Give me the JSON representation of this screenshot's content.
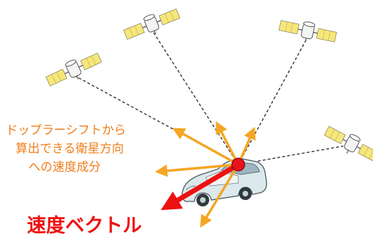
{
  "caption": {
    "line1": "ドップラーシフトから",
    "line2": "算出できる衛星方向",
    "line3": "への速度成分"
  },
  "velocity_label": "速度ベクトル",
  "colors": {
    "component_arrows": "#f5a623",
    "velocity_arrow": "#ee1111",
    "receiver_dot": "#e8141a",
    "caption_text": "#f07d1a",
    "satellite_panel": "#f7e77a",
    "car_body": "#dce9ec",
    "sight_lines": "#333333"
  },
  "satellites": [
    {
      "name": "satellite-top-left"
    },
    {
      "name": "satellite-top-right"
    },
    {
      "name": "satellite-left"
    },
    {
      "name": "satellite-right"
    }
  ],
  "vehicle": "car-icon"
}
